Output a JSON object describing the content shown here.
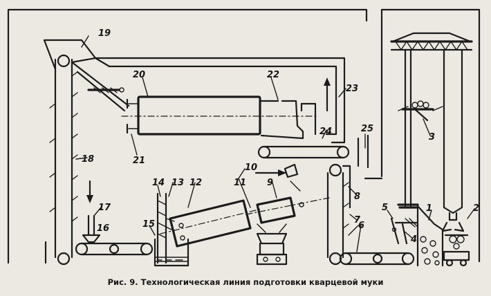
{
  "caption": "Рис. 9. Технологическая линия подготовки кварцевой муки",
  "labels": {
    "n1": "1",
    "n2": "2",
    "n3": "3",
    "n4": "4",
    "n5": "5",
    "n6": "6",
    "n7": "7",
    "n8": "8",
    "n9": "9",
    "n10": "10",
    "n11": "11",
    "n12": "12",
    "n13": "13",
    "n14": "14",
    "n15": "15",
    "n16": "16",
    "n17": "17",
    "n18": "18",
    "n19": "19",
    "n20": "20",
    "n21": "21",
    "n22": "22",
    "n23": "23",
    "n24": "24",
    "n25": "25"
  }
}
